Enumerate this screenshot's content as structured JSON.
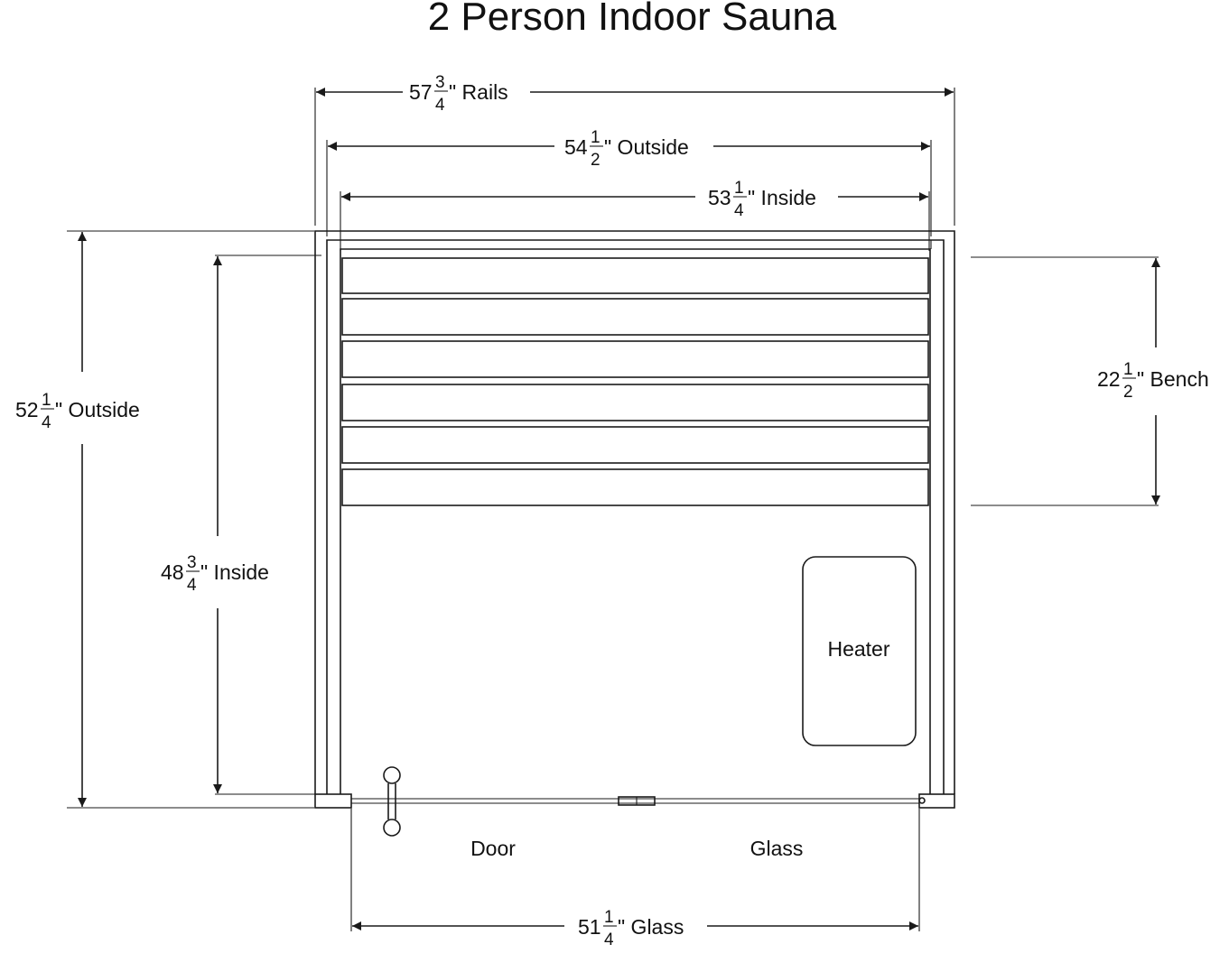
{
  "title": "2 Person Indoor Sauna",
  "dimensions": {
    "rails": {
      "whole": "57",
      "num": "3",
      "den": "4",
      "label": "\" Rails"
    },
    "outside_width": {
      "whole": "54",
      "num": "1",
      "den": "2",
      "label": "\" Outside"
    },
    "inside_width": {
      "whole": "53",
      "num": "1",
      "den": "4",
      "label": "\" Inside"
    },
    "outside_depth": {
      "whole": "52",
      "num": "1",
      "den": "4",
      "label": "\" Outside"
    },
    "inside_depth": {
      "whole": "48",
      "num": "3",
      "den": "4",
      "label": "\" Inside"
    },
    "bench": {
      "whole": "22",
      "num": "1",
      "den": "2",
      "label": "\" Bench"
    },
    "glass": {
      "whole": "51",
      "num": "1",
      "den": "4",
      "label": "\" Glass"
    }
  },
  "labels": {
    "heater": "Heater",
    "door": "Door",
    "glass": "Glass"
  },
  "bench_slat_count": 6
}
